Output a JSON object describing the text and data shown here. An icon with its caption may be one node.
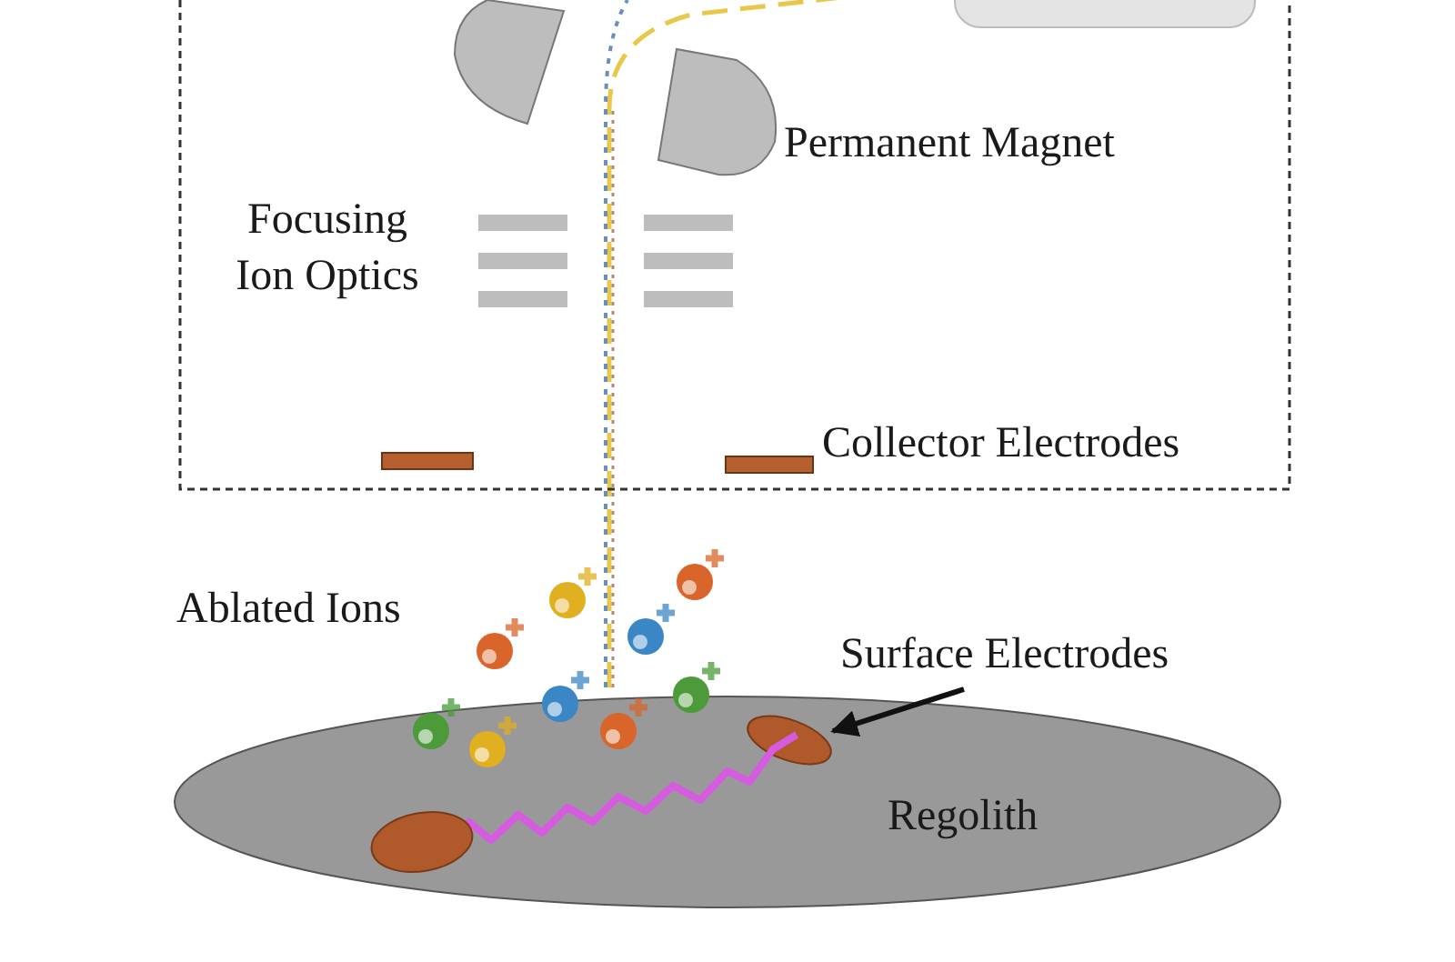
{
  "diagram": {
    "nodes": [
      {
        "text": [],
        "shape": "box"
      },
      {
        "text": [
          "Regolith"
        ]
      },
      {
        "text": [
          "Surface Electrodes"
        ]
      },
      {
        "text": [],
        "shape": "ellipse",
        "in": 1
      }
    ],
    "edges": [
      {
        "from": 2,
        "to": 3,
        "arrow": "to"
      }
    ],
    "labels": [
      "Permanent Magnet",
      "Focusing Ion Optics",
      "Collector Electrodes",
      "Ablated Ions"
    ]
  }
}
